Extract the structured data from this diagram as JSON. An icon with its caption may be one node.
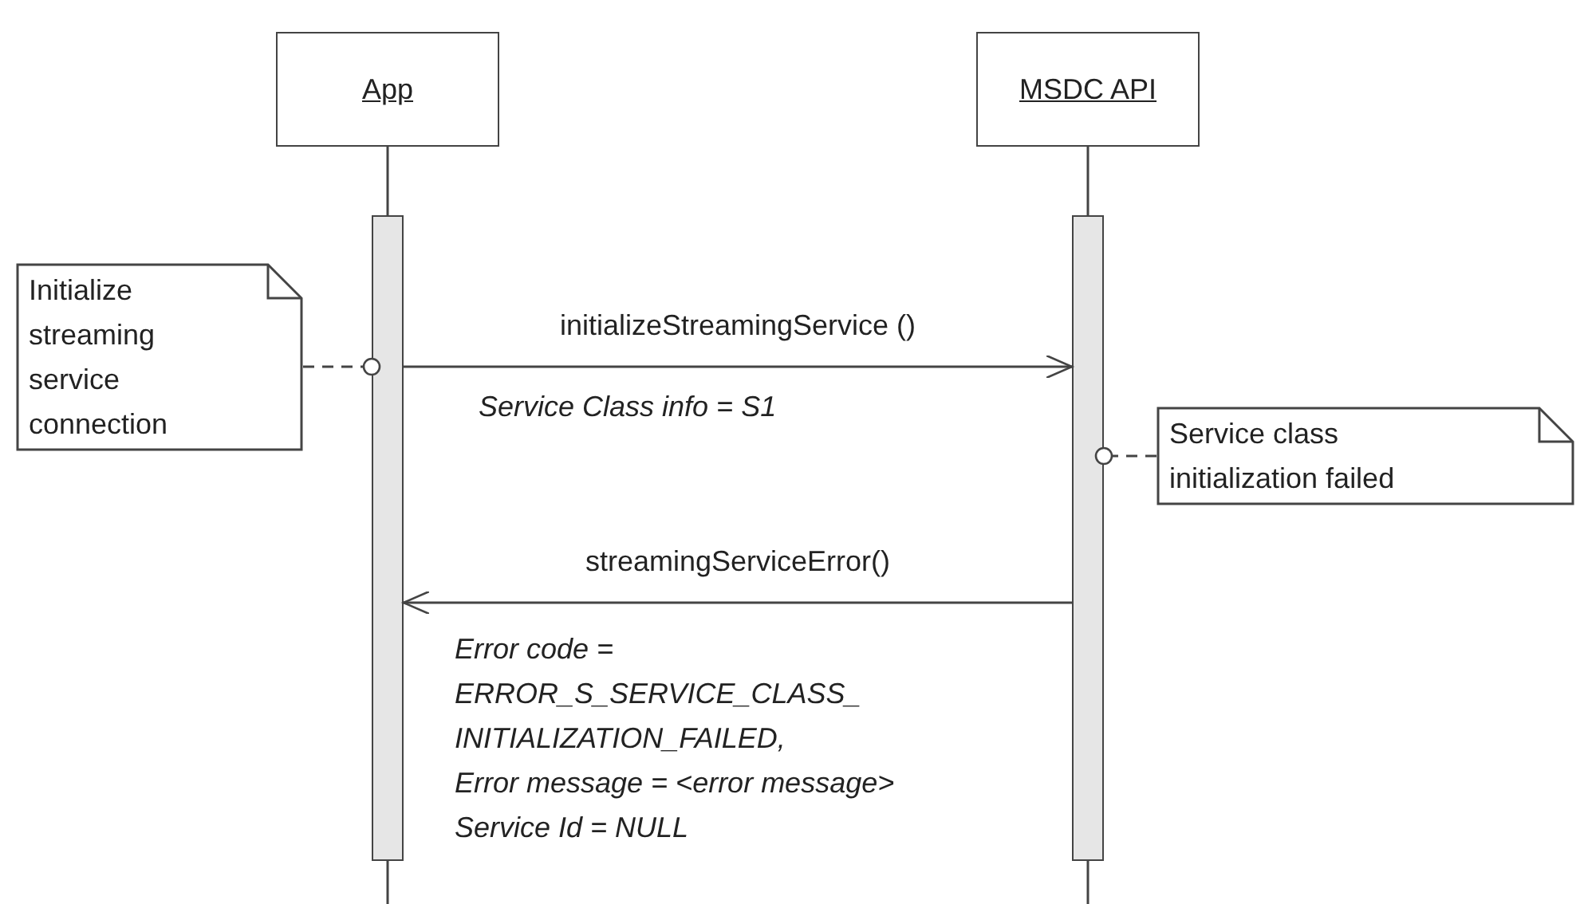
{
  "diagram": {
    "nodes": [
      {
        "text": [
          "App"
        ]
      },
      {
        "text": [
          "MSDC API"
        ]
      },
      {
        "text": [],
        "shape": "bar"
      },
      {
        "text": [],
        "shape": "bar"
      },
      {
        "text": [
          "Initialize streaming service connection"
        ]
      },
      {
        "text": [
          "Service class initialization failed"
        ]
      }
    ],
    "edges": [
      {
        "from": 0,
        "to": 2,
        "arrow": "none"
      },
      {
        "from": 1,
        "to": 3,
        "arrow": "none"
      },
      {
        "from": 4,
        "to": 2,
        "arrow": "other",
        "style": "dashed"
      },
      {
        "from": 2,
        "to": 3,
        "arrow": "to",
        "label": "initializeStreamingService ()"
      },
      {
        "from": 5,
        "to": 3,
        "arrow": "other",
        "style": "dashed"
      },
      {
        "from": 3,
        "to": 2,
        "arrow": "to",
        "label": "streamingServiceError()"
      }
    ],
    "labels": [
      "Service Class info = S1",
      "Error code = ERROR_S_SERVICE_CLASS_ INITIALIZATION_FAILED,",
      "Error message = <error message>",
      "Service Id = NULL"
    ]
  }
}
